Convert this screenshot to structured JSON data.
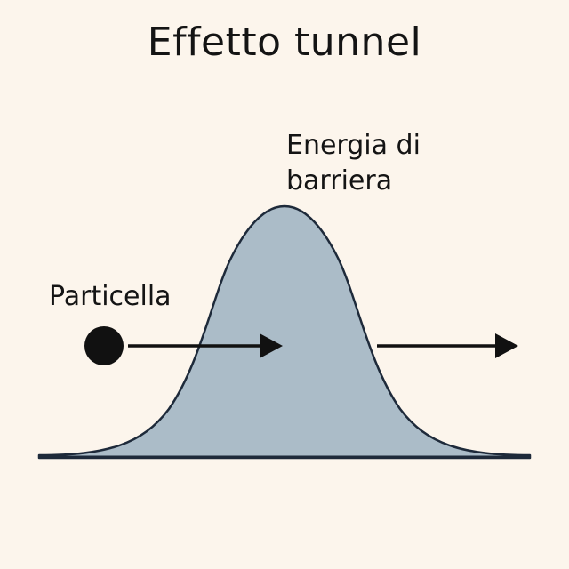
{
  "title": "Effetto tunnel",
  "labels": {
    "barrier_line1": "Energia di",
    "barrier_line2": "barriera",
    "particle": "Particella"
  },
  "colors": {
    "background": "#fcf5ec",
    "barrier_fill": "#abbcc8",
    "barrier_stroke": "#1e2a3a",
    "arrow": "#111111",
    "particle": "#111111"
  }
}
